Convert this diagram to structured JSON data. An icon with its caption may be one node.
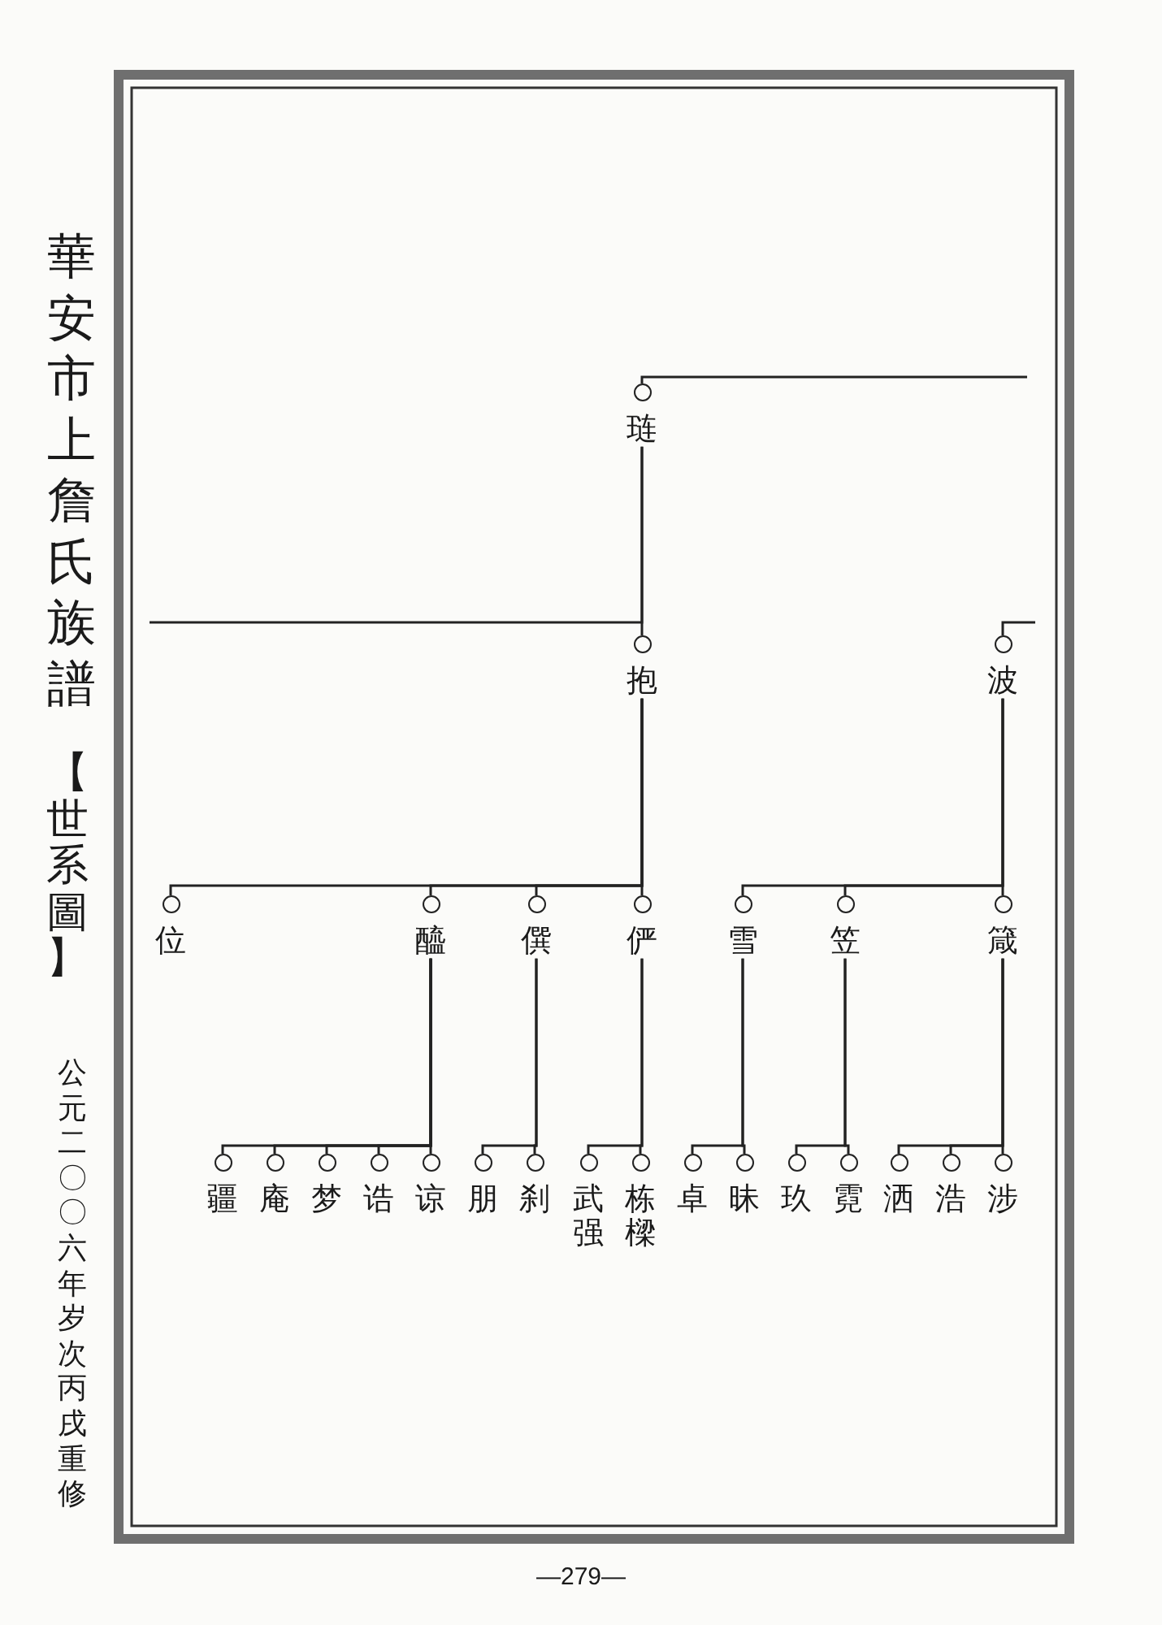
{
  "diagram": {
    "title": "華安市上詹氏族譜",
    "nodes": [
      {
        "text": [
          "琏"
        ]
      },
      {
        "text": [
          "抱"
        ]
      },
      {
        "text": [
          "波"
        ]
      },
      {
        "text": [
          "位"
        ]
      },
      {
        "text": [
          "醯"
        ]
      },
      {
        "text": [
          "僎"
        ]
      },
      {
        "text": [
          "俨"
        ]
      },
      {
        "text": [
          "雪"
        ]
      },
      {
        "text": [
          "笠"
        ]
      },
      {
        "text": [
          "箴"
        ]
      },
      {
        "text": [
          "疆"
        ]
      },
      {
        "text": [
          "庵"
        ]
      },
      {
        "text": [
          "梦"
        ]
      },
      {
        "text": [
          "诰"
        ]
      },
      {
        "text": [
          "谅"
        ]
      },
      {
        "text": [
          "朋"
        ]
      },
      {
        "text": [
          "刹"
        ]
      },
      {
        "text": [
          "武强"
        ]
      },
      {
        "text": [
          "栋樑"
        ]
      },
      {
        "text": [
          "卓"
        ]
      },
      {
        "text": [
          "昧"
        ]
      },
      {
        "text": [
          "玖"
        ]
      },
      {
        "text": [
          "霓"
        ]
      },
      {
        "text": [
          "洒"
        ]
      },
      {
        "text": [
          "浩"
        ]
      },
      {
        "text": [
          "涉"
        ]
      }
    ],
    "edges": [
      {
        "from": null,
        "to": 0,
        "arrow": "none"
      },
      {
        "from": 0,
        "to": 1,
        "arrow": "none"
      },
      {
        "from": 0,
        "to": null,
        "arrow": "none"
      },
      {
        "from": null,
        "to": 2,
        "arrow": "none"
      },
      {
        "from": 1,
        "to": 3,
        "arrow": "none"
      },
      {
        "from": 1,
        "to": 4,
        "arrow": "none"
      },
      {
        "from": 1,
        "to": 5,
        "arrow": "none"
      },
      {
        "from": 1,
        "to": 6,
        "arrow": "none"
      },
      {
        "from": 2,
        "to": 7,
        "arrow": "none"
      },
      {
        "from": 2,
        "to": 8,
        "arrow": "none"
      },
      {
        "from": 2,
        "to": 9,
        "arrow": "none"
      },
      {
        "from": 4,
        "to": 10,
        "arrow": "none"
      },
      {
        "from": 4,
        "to": 11,
        "arrow": "none"
      },
      {
        "from": 4,
        "to": 12,
        "arrow": "none"
      },
      {
        "from": 4,
        "to": 13,
        "arrow": "none"
      },
      {
        "from": 4,
        "to": 14,
        "arrow": "none"
      },
      {
        "from": 5,
        "to": 15,
        "arrow": "none"
      },
      {
        "from": 5,
        "to": 16,
        "arrow": "none"
      },
      {
        "from": 6,
        "to": 17,
        "arrow": "none"
      },
      {
        "from": 6,
        "to": 18,
        "arrow": "none"
      },
      {
        "from": 7,
        "to": 19,
        "arrow": "none"
      },
      {
        "from": 7,
        "to": 20,
        "arrow": "none"
      },
      {
        "from": 8,
        "to": 21,
        "arrow": "none"
      },
      {
        "from": 8,
        "to": 22,
        "arrow": "none"
      },
      {
        "from": 9,
        "to": 23,
        "arrow": "none"
      },
      {
        "from": 9,
        "to": 24,
        "arrow": "none"
      },
      {
        "from": 9,
        "to": 25,
        "arrow": "none"
      }
    ],
    "labels": [
      "【世系圖】",
      "公元二〇〇六年岁次丙戌重修",
      "—279—"
    ]
  }
}
